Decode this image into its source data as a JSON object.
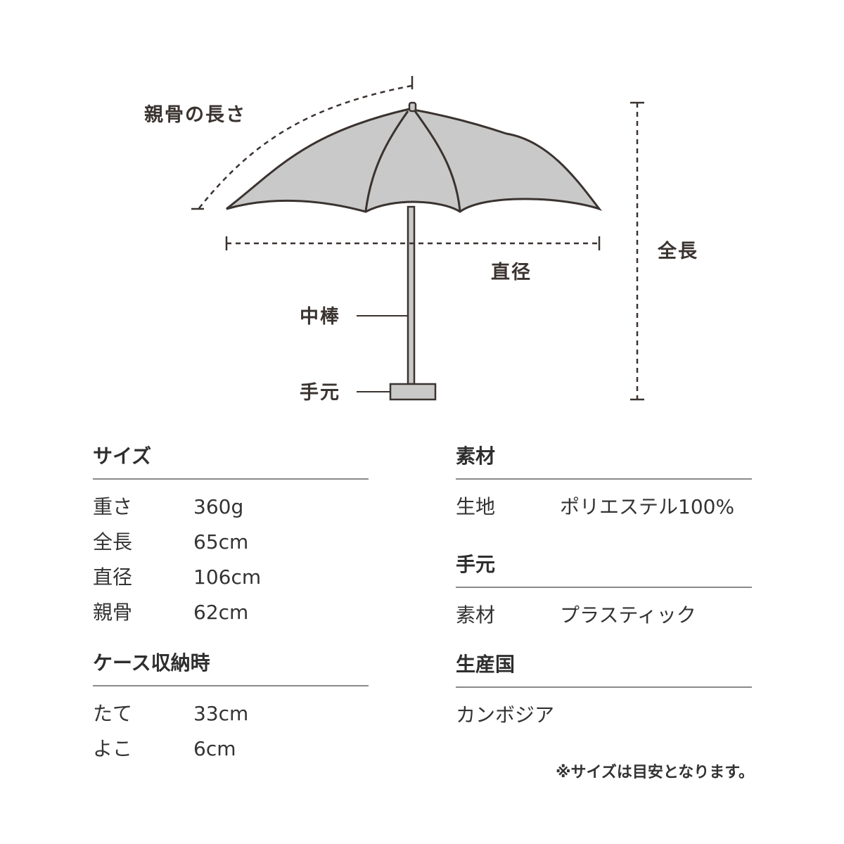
{
  "diagram": {
    "labels": {
      "rib_length": "親骨の長さ",
      "diameter": "直径",
      "total_length": "全長",
      "shaft": "中棒",
      "handle": "手元"
    },
    "colors": {
      "canopy_fill": "#c9c9c9",
      "outline": "#3a3330",
      "dash": "#3a3330"
    }
  },
  "specs": {
    "size": {
      "title": "サイズ",
      "rows": [
        {
          "key": "重さ",
          "value": "360g"
        },
        {
          "key": "全長",
          "value": "65cm"
        },
        {
          "key": "直径",
          "value": "106cm"
        },
        {
          "key": "親骨",
          "value": "62cm"
        }
      ]
    },
    "case": {
      "title": "ケース収納時",
      "rows": [
        {
          "key": "たて",
          "value": "33cm"
        },
        {
          "key": "よこ",
          "value": "6cm"
        }
      ]
    },
    "material": {
      "title": "素材",
      "rows": [
        {
          "key": "生地",
          "value": "ポリエステル100%"
        }
      ]
    },
    "handle": {
      "title": "手元",
      "rows": [
        {
          "key": "素材",
          "value": "プラスティック"
        }
      ]
    },
    "origin": {
      "title": "生産国",
      "value": "カンボジア"
    }
  },
  "note": "※サイズは目安となります。"
}
